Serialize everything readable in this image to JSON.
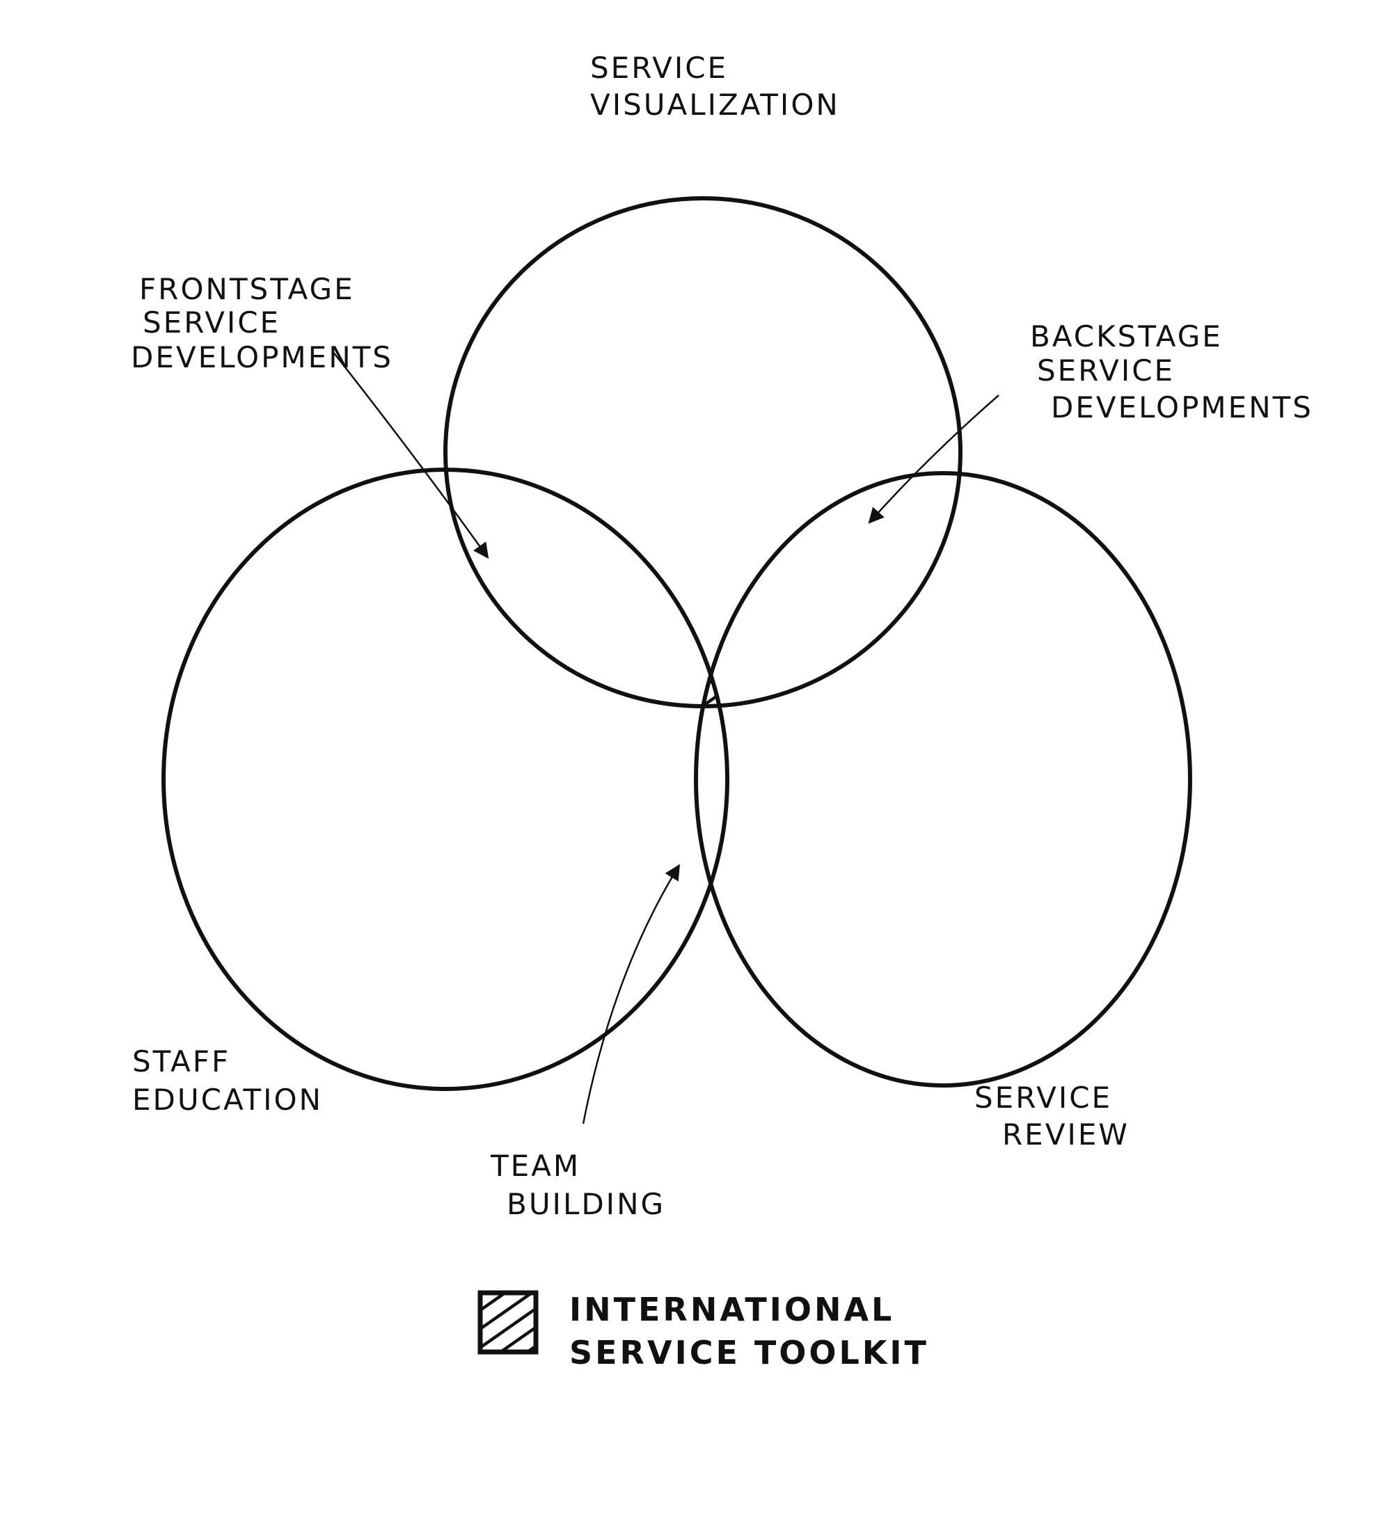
{
  "diagram": {
    "sets": [
      {
        "id": "top",
        "label_lines": [
          "SERVICE",
          "VISUALIZATION"
        ]
      },
      {
        "id": "left",
        "label_lines": [
          "STAFF",
          "EDUCATION"
        ]
      },
      {
        "id": "right",
        "label_lines": [
          "SERVICE",
          "REVIEW"
        ]
      }
    ],
    "intersections": [
      {
        "id": "top-left",
        "label_lines": [
          "FRONTSTAGE",
          "SERVICE",
          "DEVELOPMENTS"
        ]
      },
      {
        "id": "top-right",
        "label_lines": [
          "BACKSTAGE",
          "SERVICE",
          "DEVELOPMENTS"
        ]
      },
      {
        "id": "left-right",
        "label_lines": [
          "TEAM",
          "BUILDING"
        ]
      }
    ],
    "legend": {
      "pattern": "hatched",
      "label_lines": [
        "INTERNATIONAL",
        "SERVICE TOOLKIT"
      ]
    },
    "colors": {
      "ink": "#111111",
      "background": "#ffffff"
    }
  }
}
